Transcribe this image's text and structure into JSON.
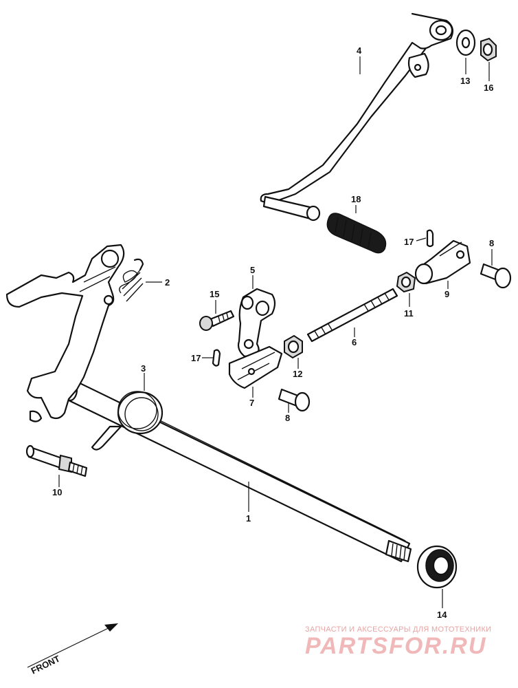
{
  "callouts": {
    "p1": "1",
    "p2": "2",
    "p3": "3",
    "p4": "4",
    "p5": "5",
    "p6": "6",
    "p7": "7",
    "p8a": "8",
    "p8b": "8",
    "p9": "9",
    "p10": "10",
    "p11": "11",
    "p12": "12",
    "p13": "13",
    "p14": "14",
    "p15": "15",
    "p16": "16",
    "p17a": "17",
    "p17b": "17",
    "p18": "18"
  },
  "front_label": "FRONT",
  "watermark": {
    "tagline": "ЗАПЧАСТИ И АКСЕССУАРЫ ДЛЯ МОТОТЕХНИКИ",
    "brand": "PARTSFOR.RU"
  }
}
